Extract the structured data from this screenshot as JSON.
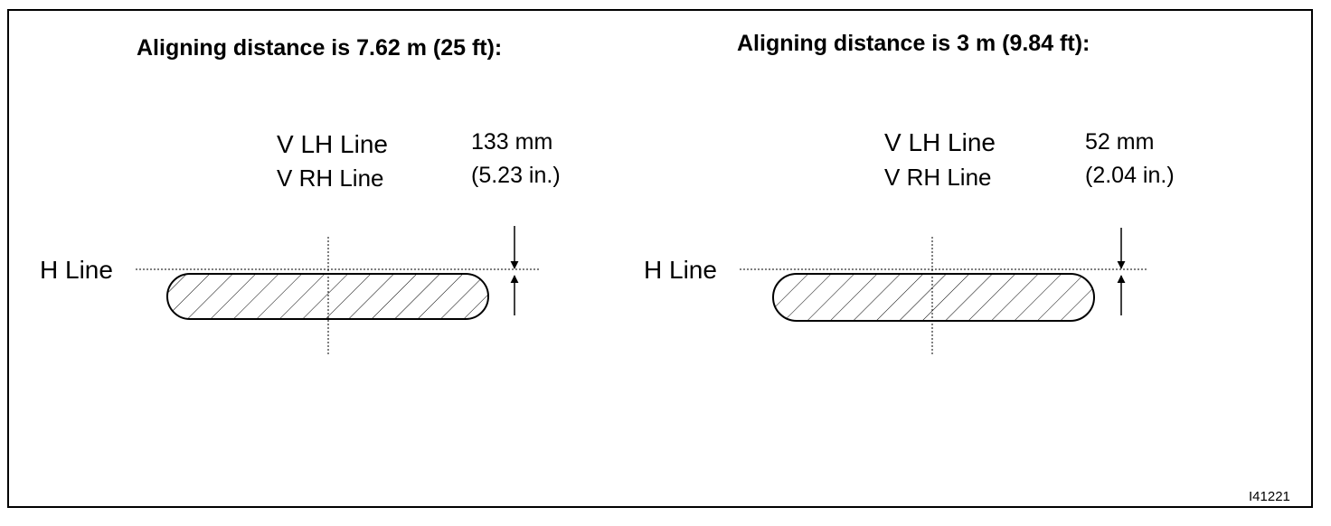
{
  "left_panel": {
    "title": "Aligning distance is 7.62 m (25 ft):",
    "v_lh_line": "V LH Line",
    "v_rh_line": "V RH Line",
    "value_metric": "133 mm",
    "value_imperial": "(5.23 in.)",
    "h_line": "H Line"
  },
  "right_panel": {
    "title": "Aligning distance is 3 m (9.84 ft):",
    "v_lh_line": "V LH Line",
    "v_rh_line": "V RH Line",
    "value_metric": "52 mm",
    "value_imperial": "(2.04 in.)",
    "h_line": "H Line"
  },
  "figure_id": "I41221",
  "colors": {
    "line": "#000000",
    "background": "#ffffff"
  }
}
